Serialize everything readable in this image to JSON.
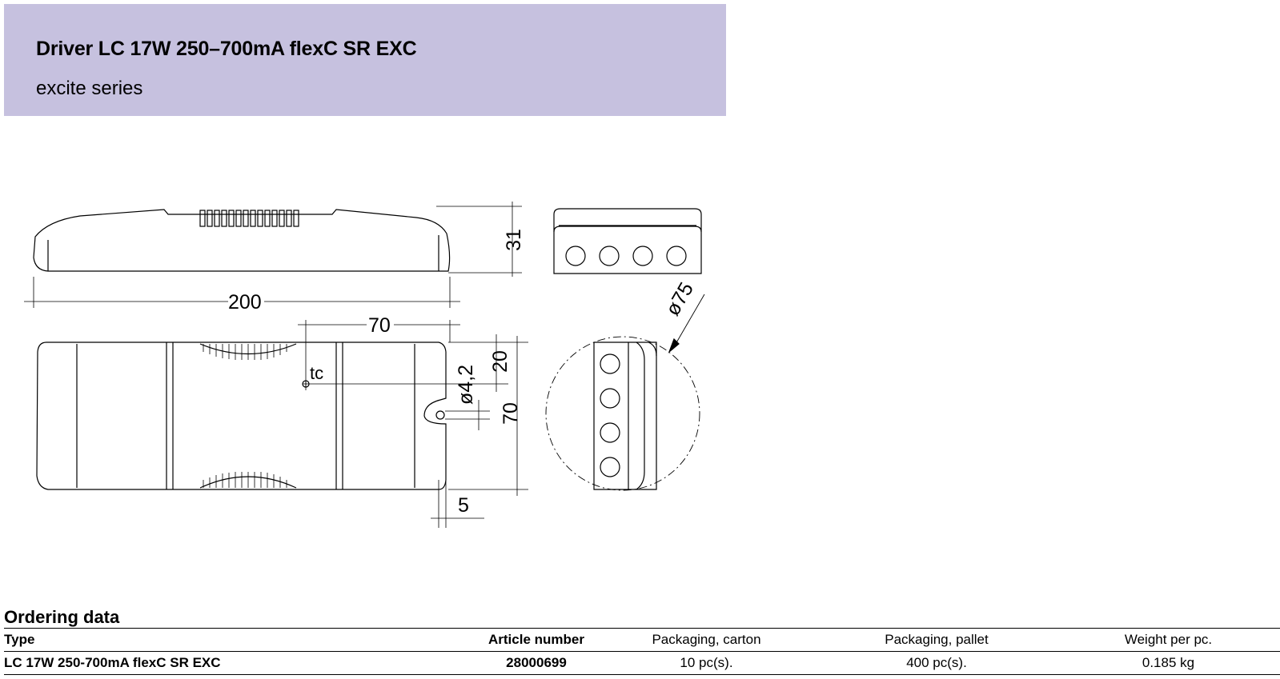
{
  "header": {
    "title": "Driver LC 17W 250–700mA flexC SR EXC",
    "subtitle": "excite series"
  },
  "drawing": {
    "dim_length": "200",
    "dim_height": "31",
    "dim_tc_offset": "70",
    "dim_tc_top": "20",
    "dim_width": "70",
    "dim_hole": "ø4,2",
    "dim_edge": "5",
    "dim_cable": "ø75",
    "tc_label": "tc"
  },
  "ordering": {
    "title": "Ordering data",
    "headers": {
      "type": "Type",
      "article": "Article number",
      "carton": "Packaging, carton",
      "pallet": "Packaging, pallet",
      "weight": "Weight per pc."
    },
    "rows": [
      {
        "type": "LC 17W 250-700mA flexC SR EXC",
        "article": "28000699",
        "carton": "10 pc(s).",
        "pallet": "400 pc(s).",
        "weight": "0.185 kg"
      }
    ]
  }
}
